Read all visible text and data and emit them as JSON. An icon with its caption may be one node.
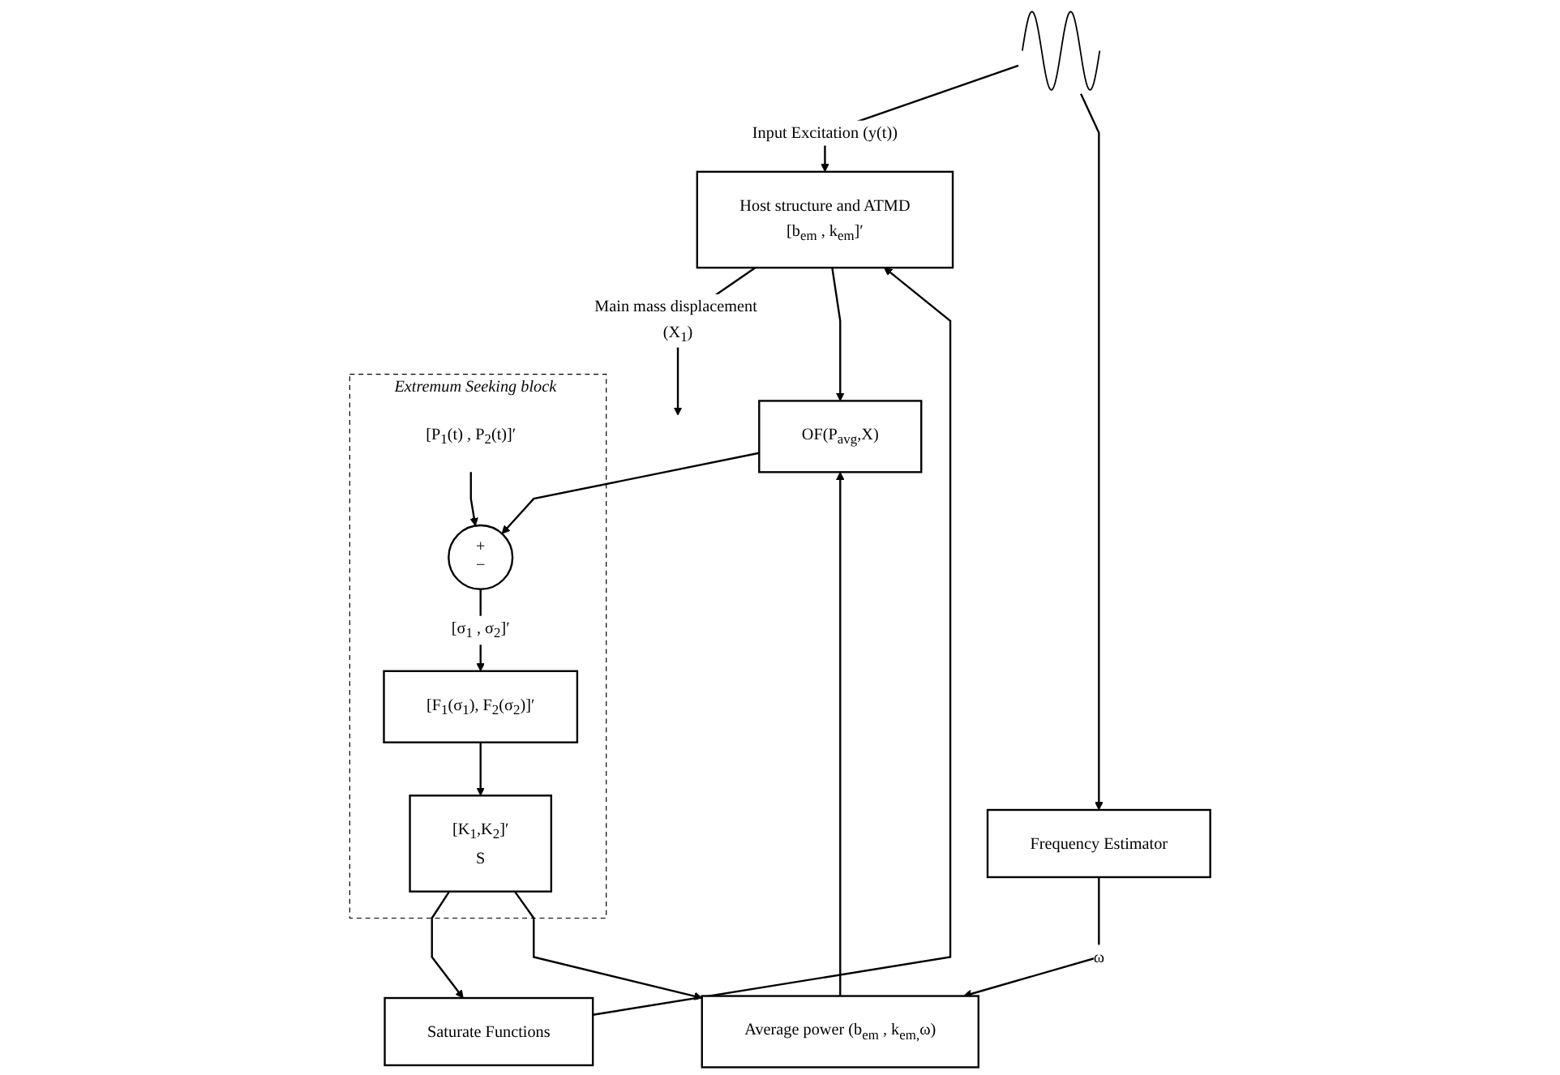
{
  "diagram": {
    "nodes": [
      {
        "text": [],
        "shape": "picture"
      },
      {
        "text": [
          "Host structure and ATMD",
          "[b$_{em}$ , k$_{em}$]′"
        ]
      },
      {
        "text": [
          "Saturate Functions"
        ]
      },
      {
        "text": [
          "Extremum Seeking block"
        ]
      },
      {
        "text": [
          "[K$_{1}$,K$_{2}$]′",
          "S"
        ],
        "in": 3
      },
      {
        "text": [
          "[F$_{1}$(σ$_{1}$), F$_{2}$(σ$_{2}$)]′"
        ],
        "in": 3
      },
      {
        "text": [
          "+",
          "−"
        ],
        "in": 3
      },
      {
        "text": [
          "[P$_{1}$(t) , P$_{2}$(t)]′"
        ],
        "in": 3
      },
      {
        "text": [
          "OF(P$_{avg}$,X)"
        ]
      },
      {
        "text": [
          "Frequency Estimator"
        ]
      },
      {
        "text": [
          "Average power (b$_{em}$ , k$_{em,}$ω)"
        ]
      }
    ],
    "edges": [
      {
        "from": 0,
        "to": 1,
        "arrow": "to",
        "label": "Input Excitation (y(t))"
      },
      {
        "from": 1,
        "to": null,
        "arrow": "to",
        "label": "Main mass displacement (X$_{1}$)"
      },
      {
        "from": 1,
        "to": 8,
        "arrow": "to"
      },
      {
        "from": 0,
        "to": 9,
        "arrow": "to"
      },
      {
        "from": 2,
        "to": 1,
        "arrow": "to"
      },
      {
        "from": 4,
        "to": 2,
        "arrow": "to"
      },
      {
        "from": 4,
        "to": 10,
        "arrow": "to"
      },
      {
        "from": 5,
        "to": 4,
        "arrow": "to"
      },
      {
        "from": 6,
        "to": 5,
        "arrow": "to",
        "label": "[σ$_{1}$ , σ$_{2}$]′"
      },
      {
        "from": 8,
        "to": 6,
        "arrow": "to"
      },
      {
        "from": 7,
        "to": 6,
        "arrow": "to"
      },
      {
        "from": 9,
        "to": 10,
        "arrow": "to",
        "label": "ω"
      },
      {
        "from": 10,
        "to": 8,
        "arrow": "to"
      }
    ]
  }
}
